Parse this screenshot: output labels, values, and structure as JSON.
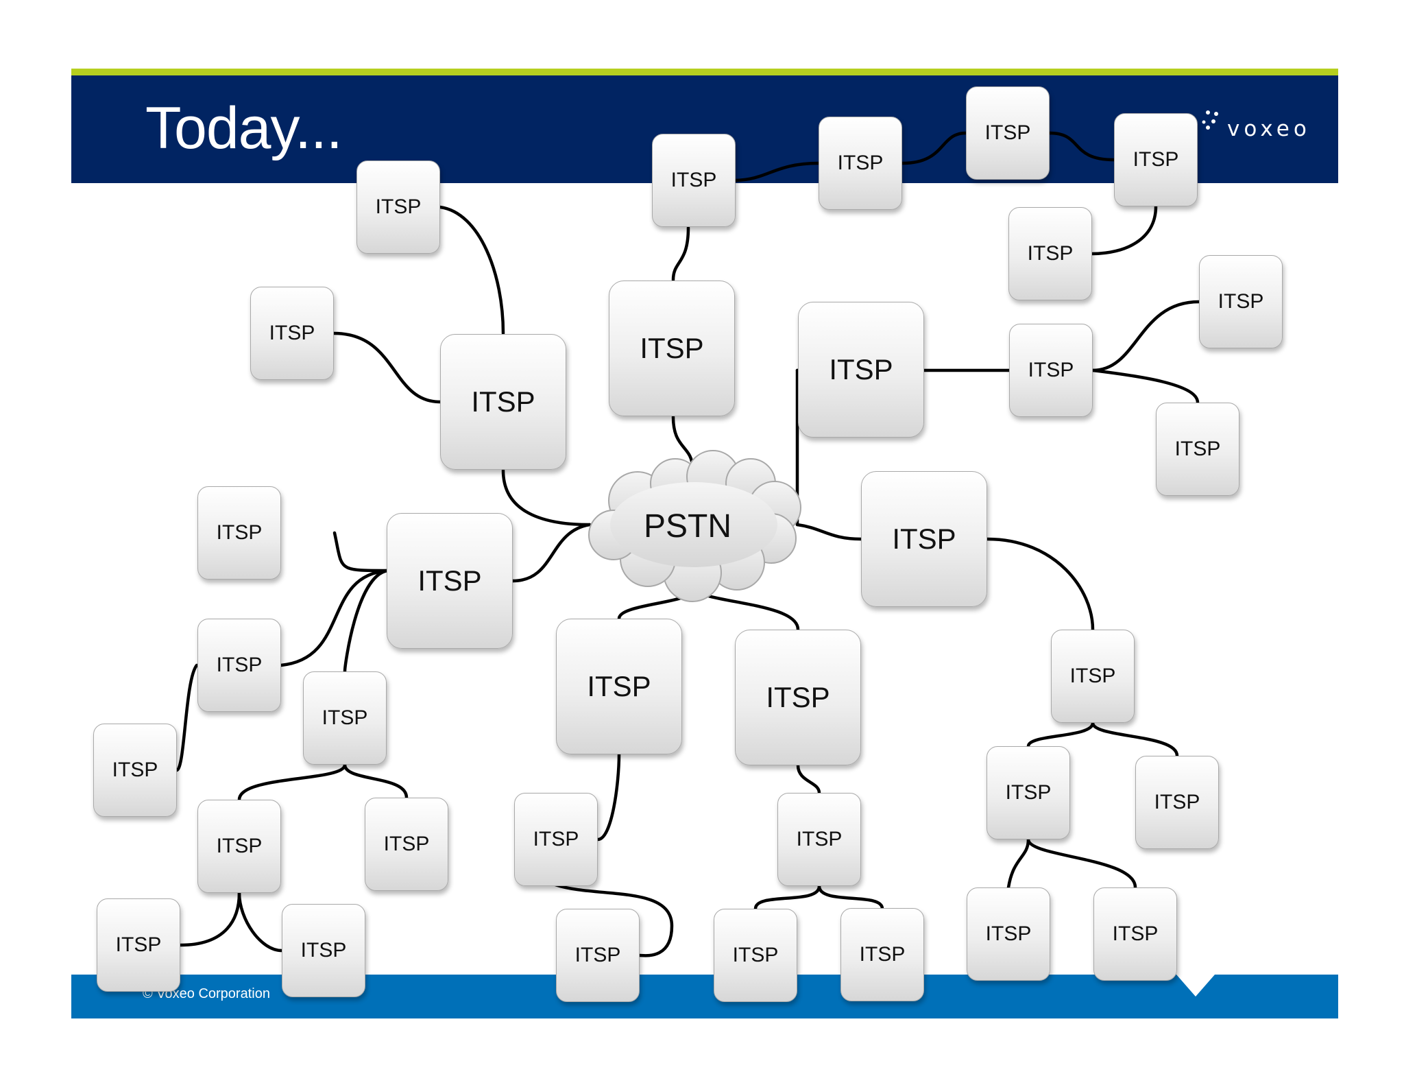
{
  "slide": {
    "title": "Today...",
    "brand": "voxeo",
    "copyright": "© Voxeo Corporation"
  },
  "colors": {
    "header": "#012462",
    "accent_line": "#b6cf1f",
    "footer": "#0070b8",
    "wire": "#000000"
  },
  "cloud": {
    "label": "PSTN"
  },
  "nodes": [
    {
      "id": "n1",
      "label": "ITSP"
    },
    {
      "id": "n2",
      "label": "ITSP"
    },
    {
      "id": "n3",
      "label": "ITSP"
    },
    {
      "id": "n4",
      "label": "ITSP"
    },
    {
      "id": "n5",
      "label": "ITSP"
    },
    {
      "id": "n6",
      "label": "ITSP"
    },
    {
      "id": "n7",
      "label": "ITSP"
    },
    {
      "id": "n8",
      "label": "ITSP"
    },
    {
      "id": "n9",
      "label": "ITSP"
    },
    {
      "id": "n10",
      "label": "ITSP"
    },
    {
      "id": "n11",
      "label": "ITSP"
    },
    {
      "id": "n12",
      "label": "ITSP"
    },
    {
      "id": "n13",
      "label": "ITSP"
    },
    {
      "id": "n14",
      "label": "ITSP"
    },
    {
      "id": "n15",
      "label": "ITSP"
    },
    {
      "id": "n16",
      "label": "ITSP"
    },
    {
      "id": "n17",
      "label": "ITSP"
    },
    {
      "id": "n18",
      "label": "ITSP"
    },
    {
      "id": "n19",
      "label": "ITSP"
    },
    {
      "id": "n20",
      "label": "ITSP"
    },
    {
      "id": "n21",
      "label": "ITSP"
    },
    {
      "id": "n22",
      "label": "ITSP"
    },
    {
      "id": "n23",
      "label": "ITSP"
    },
    {
      "id": "n24",
      "label": "ITSP"
    },
    {
      "id": "n25",
      "label": "ITSP"
    },
    {
      "id": "n26",
      "label": "ITSP"
    },
    {
      "id": "n27",
      "label": "ITSP"
    },
    {
      "id": "n28",
      "label": "ITSP"
    },
    {
      "id": "n29",
      "label": "ITSP"
    },
    {
      "id": "n30",
      "label": "ITSP"
    },
    {
      "id": "n31",
      "label": "ITSP"
    },
    {
      "id": "n32",
      "label": "ITSP"
    },
    {
      "id": "n33",
      "label": "ITSP"
    },
    {
      "id": "n34",
      "label": "ITSP"
    },
    {
      "id": "n35",
      "label": "ITSP"
    }
  ],
  "connections": [
    [
      "pstn",
      "n4"
    ],
    [
      "pstn",
      "n5"
    ],
    [
      "pstn",
      "n10"
    ],
    [
      "pstn",
      "n12"
    ],
    [
      "pstn",
      "n17"
    ],
    [
      "pstn",
      "n21"
    ],
    [
      "pstn",
      "n23"
    ],
    [
      "n4",
      "n1"
    ],
    [
      "n4",
      "n6"
    ],
    [
      "n1",
      "n2"
    ],
    [
      "n2",
      "n3"
    ],
    [
      "n3",
      "n9"
    ],
    [
      "n9",
      "n8"
    ],
    [
      "n5",
      "n7"
    ],
    [
      "n5",
      "n11"
    ],
    [
      "n10",
      "n13"
    ],
    [
      "n13",
      "n14"
    ],
    [
      "n13",
      "n15"
    ],
    [
      "n17",
      "n16"
    ],
    [
      "n17",
      "n18"
    ],
    [
      "n17",
      "n20"
    ],
    [
      "n18",
      "n19"
    ],
    [
      "n20",
      "n22"
    ],
    [
      "n20",
      "n24"
    ],
    [
      "n22",
      "n27"
    ],
    [
      "n22",
      "n28"
    ],
    [
      "n21",
      "n25"
    ],
    [
      "n25",
      "n30"
    ],
    [
      "n23",
      "n26"
    ],
    [
      "n26",
      "n31"
    ],
    [
      "n26",
      "n32"
    ],
    [
      "n12",
      "n29"
    ],
    [
      "n29",
      "n33"
    ],
    [
      "n29",
      "n34"
    ],
    [
      "n33",
      "n35"
    ],
    [
      "n33",
      "n36"
    ]
  ]
}
